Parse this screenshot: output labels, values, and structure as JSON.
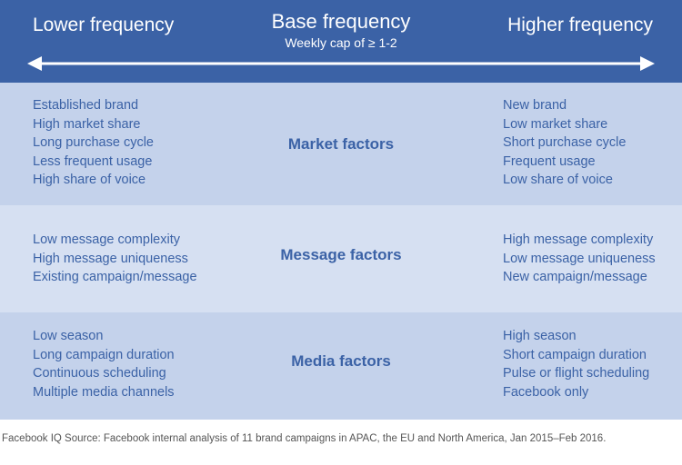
{
  "header": {
    "left_label": "Lower frequency",
    "center_title": "Base frequency",
    "center_subtitle": "Weekly cap of ≥ 1-2",
    "right_label": "Higher frequency"
  },
  "rows": [
    {
      "factor": "Market factors",
      "left": [
        "Established brand",
        "High market share",
        "Long purchase cycle",
        "Less frequent usage",
        "High share of voice"
      ],
      "right": [
        "New brand",
        "Low market share",
        "Short purchase cycle",
        "Frequent usage",
        "Low share of voice"
      ]
    },
    {
      "factor": "Message factors",
      "left": [
        "Low message complexity",
        "High message uniqueness",
        "Existing campaign/message"
      ],
      "right": [
        "High message complexity",
        "Low message uniqueness",
        "New campaign/message"
      ]
    },
    {
      "factor": "Media factors",
      "left": [
        "Low season",
        "Long campaign duration",
        "Continuous scheduling",
        "Multiple media channels"
      ],
      "right": [
        "High season",
        "Short campaign duration",
        "Pulse or flight scheduling",
        "Facebook only"
      ]
    }
  ],
  "footnote": "Facebook IQ Source: Facebook internal analysis of 11 brand campaigns in APAC, the EU and North America, Jan 2015–Feb 2016.",
  "colors": {
    "header_bg": "#3b62a6",
    "band_dark": "#c4d2eb",
    "band_light": "#d6e0f2",
    "text_blue": "#3b62a6"
  }
}
